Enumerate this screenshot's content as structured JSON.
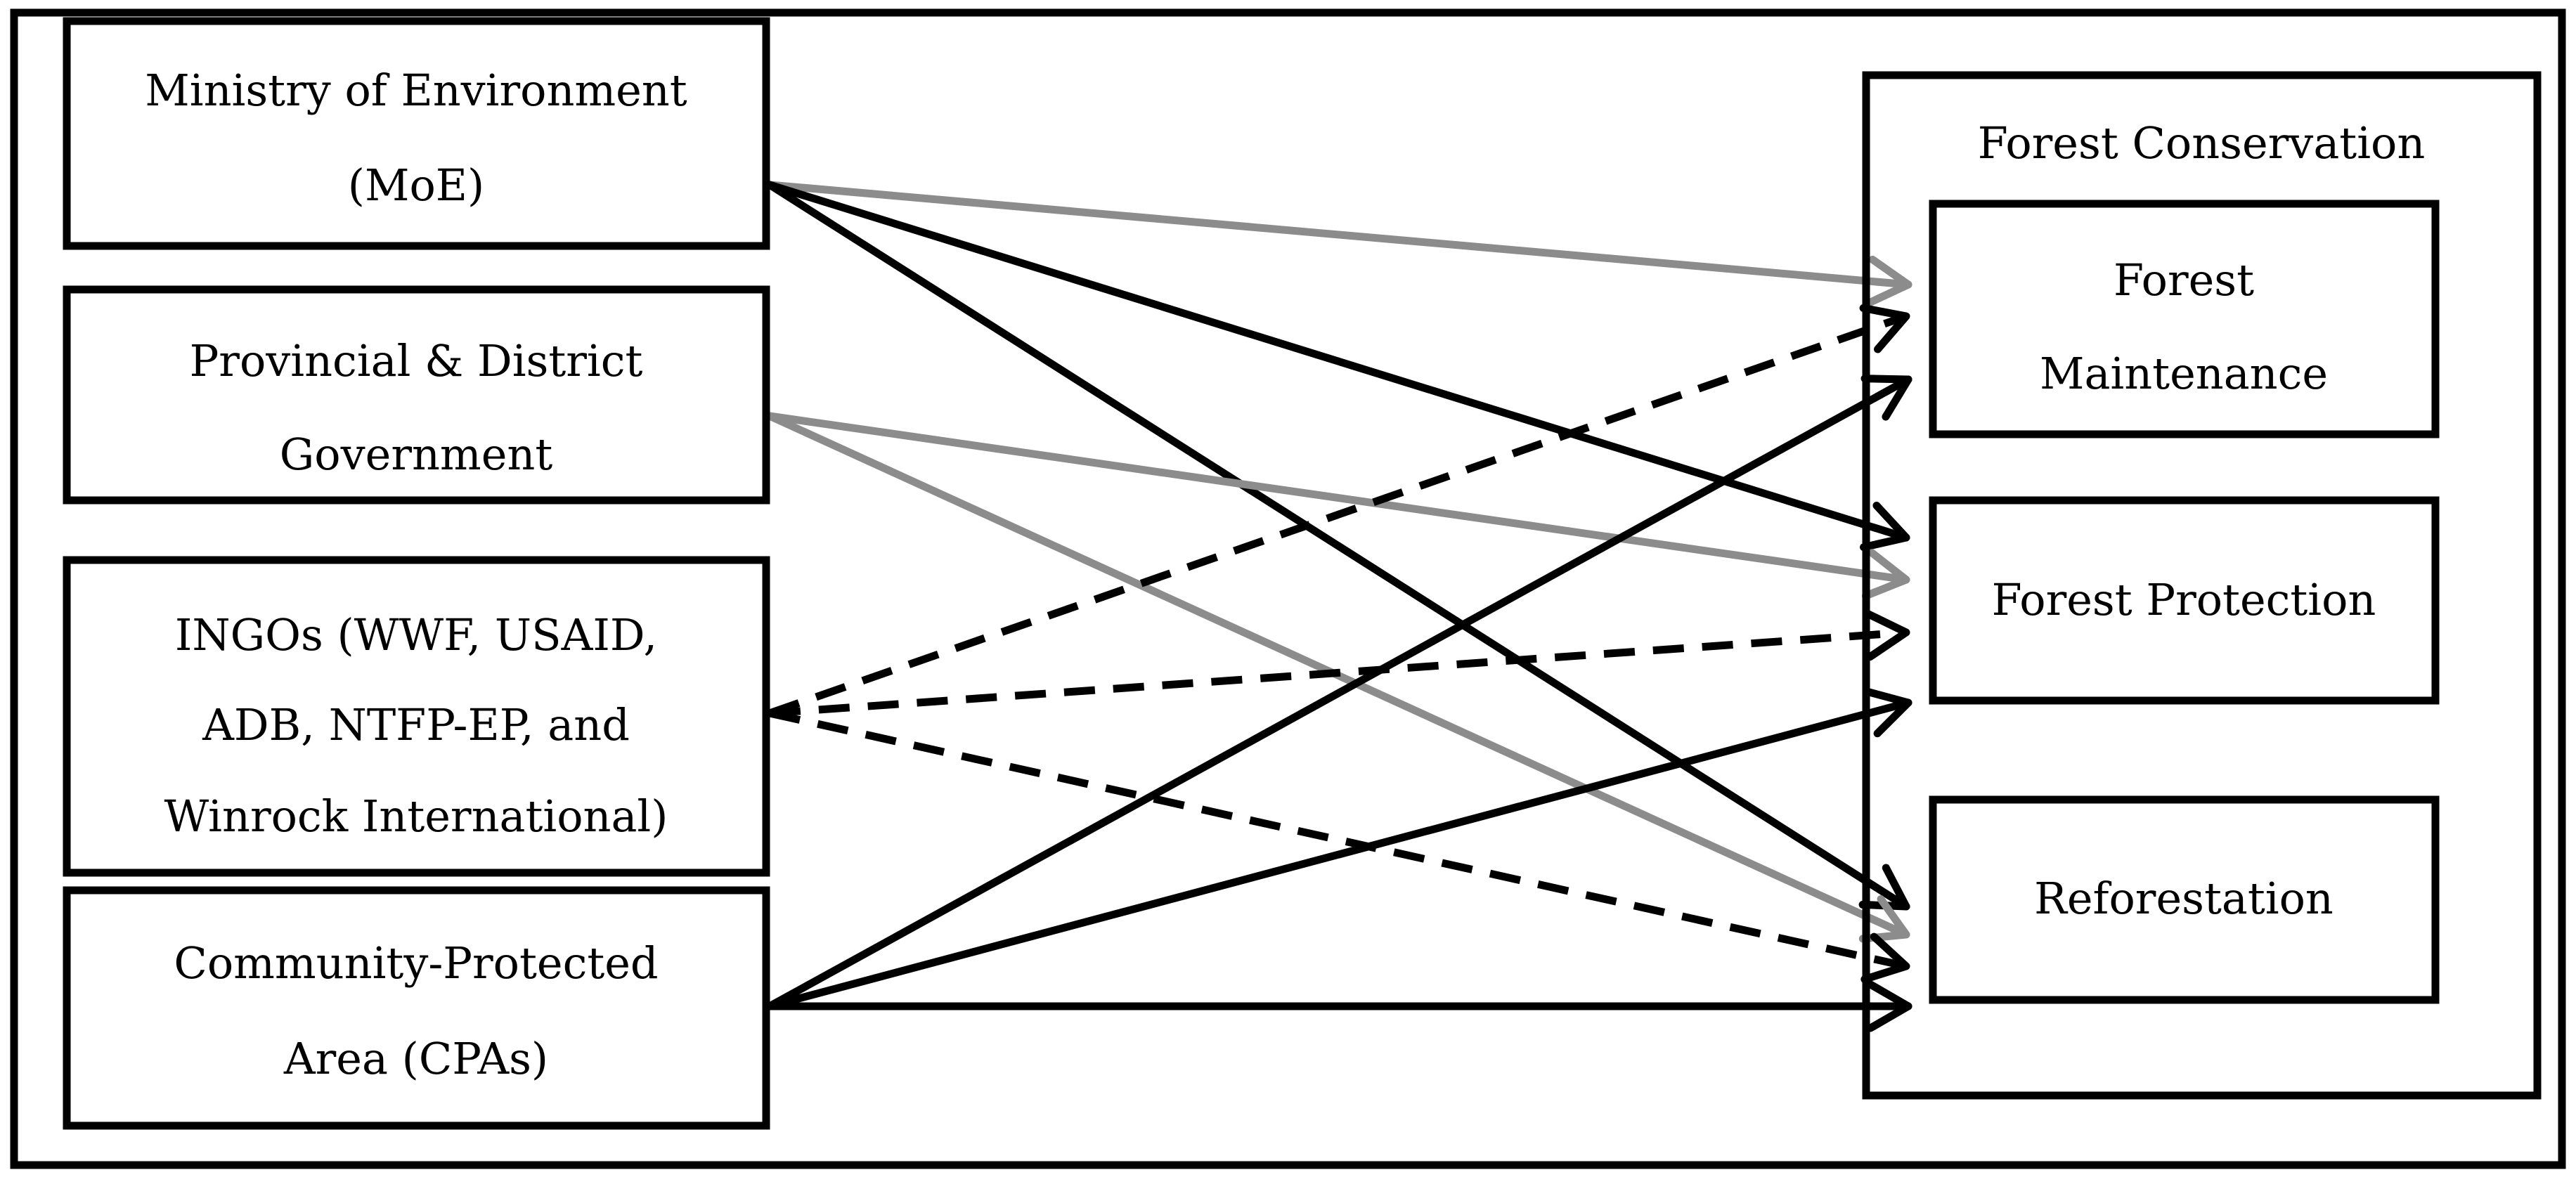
{
  "actors": [
    {
      "id": "moe",
      "lines": [
        "Ministry of Environment",
        "(MoE)"
      ]
    },
    {
      "id": "provincial",
      "lines": [
        "Provincial & District",
        "Government"
      ]
    },
    {
      "id": "ingos",
      "lines": [
        "INGOs (WWF, USAID,",
        "ADB, NTFP-EP, and",
        "Winrock International)"
      ]
    },
    {
      "id": "cpa",
      "lines": [
        "Community-Protected",
        "Area (CPAs)"
      ]
    }
  ],
  "group": {
    "title": "Forest Conservation",
    "outcomes": [
      {
        "id": "maintenance",
        "lines": [
          "Forest",
          "Maintenance"
        ]
      },
      {
        "id": "protection",
        "lines": [
          "Forest Protection"
        ]
      },
      {
        "id": "reforestation",
        "lines": [
          "Reforestation"
        ]
      }
    ]
  },
  "links": [
    {
      "from": "moe",
      "to": "maintenance",
      "style": "gray-solid"
    },
    {
      "from": "moe",
      "to": "protection",
      "style": "black-solid"
    },
    {
      "from": "moe",
      "to": "reforestation",
      "style": "black-solid"
    },
    {
      "from": "provincial",
      "to": "protection",
      "style": "gray-solid"
    },
    {
      "from": "provincial",
      "to": "reforestation",
      "style": "gray-solid"
    },
    {
      "from": "ingos",
      "to": "maintenance",
      "style": "black-dashed"
    },
    {
      "from": "ingos",
      "to": "protection",
      "style": "black-dashed"
    },
    {
      "from": "ingos",
      "to": "reforestation",
      "style": "black-dashed"
    },
    {
      "from": "cpa",
      "to": "maintenance",
      "style": "black-solid"
    },
    {
      "from": "cpa",
      "to": "protection",
      "style": "black-solid"
    },
    {
      "from": "cpa",
      "to": "reforestation",
      "style": "black-solid"
    }
  ],
  "colors": {
    "black_arrow": "#000000",
    "gray_arrow": "#8c8c8c",
    "border": "#000000",
    "background": "#ffffff"
  }
}
